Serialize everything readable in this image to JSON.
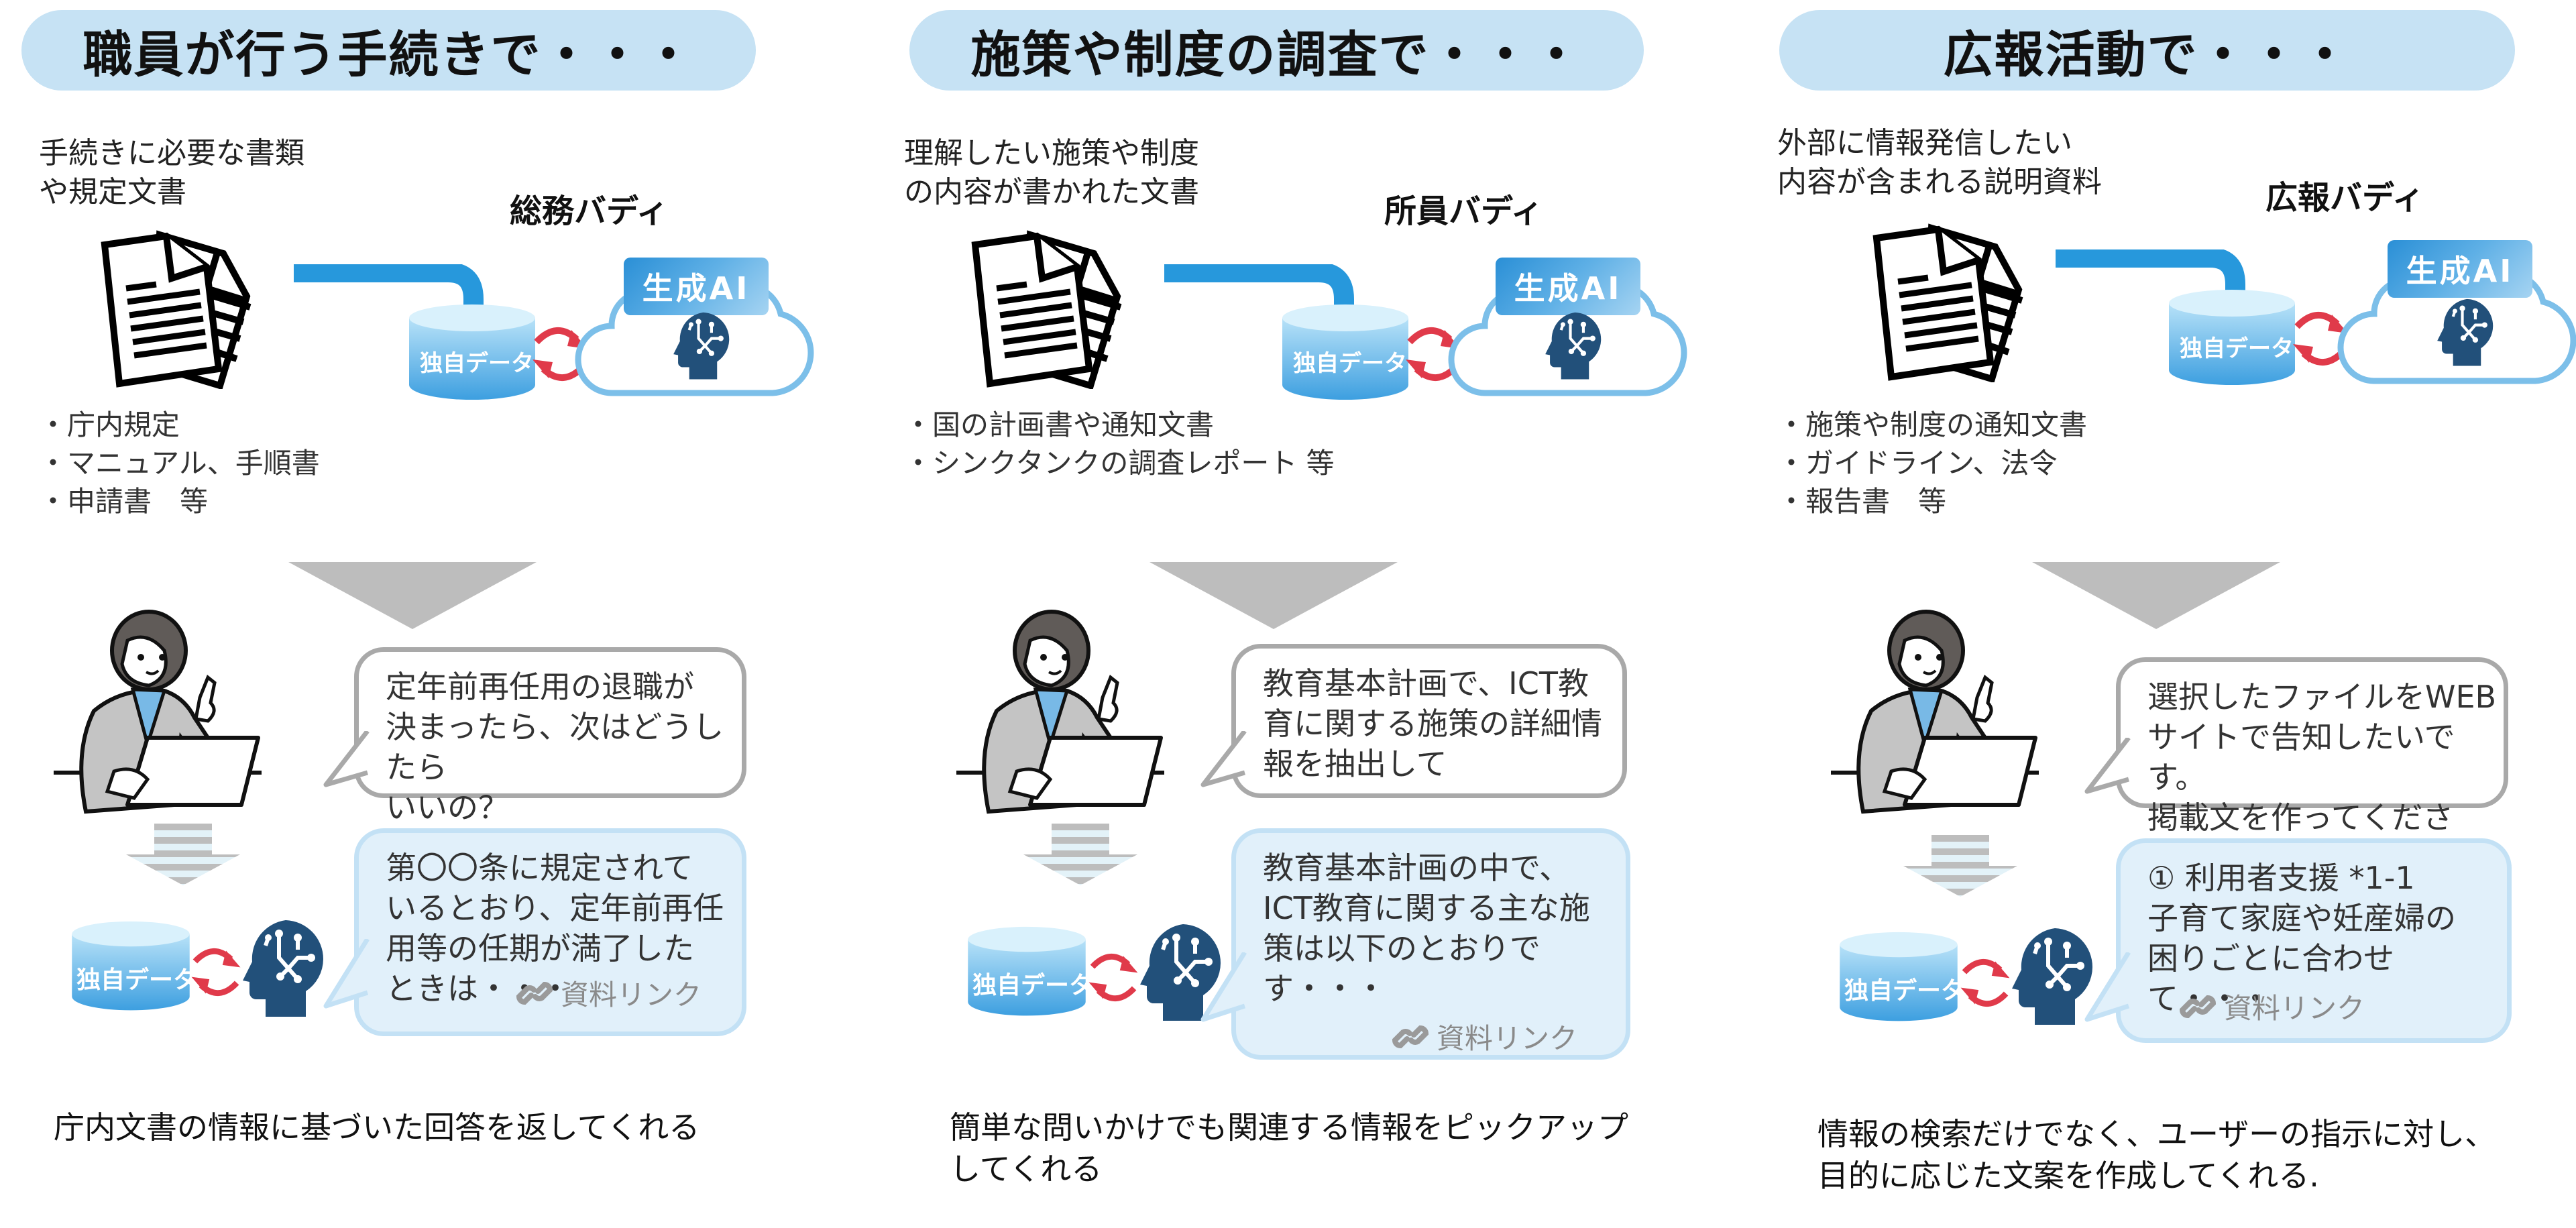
{
  "colors": {
    "title_pill": "#c6e2f4",
    "flow_arrow": "#2798dc",
    "sync_arrows": "#e03a4a",
    "ai_head": "#22507a",
    "cloud_outline": "#7cbfe9",
    "user_bubble_border": "#a9a9a9",
    "ai_bubble_fill": "#e1f0fa",
    "down_triangle": "#bdbdbd"
  },
  "common": {
    "ai_tag": "生成AI",
    "own_data": "独自データ",
    "link_label": "資料リンク",
    "icons": {
      "documents": "documents-icon",
      "database": "database-icon",
      "cloud": "cloud-icon",
      "ai_head": "ai-brain-head-icon",
      "sync": "sync-arrows-icon",
      "link": "chain-link-icon",
      "person": "office-worker-laptop-icon",
      "down_arrow": "down-triangle-icon"
    }
  },
  "panels": [
    {
      "title": "職員が行う手続きで・・・",
      "source_label": "手続きに必要な書類\nや規定文書",
      "buddy_name": "総務バディ",
      "bullets": [
        "庁内規定",
        "マニュアル、手順書",
        "申請書　等"
      ],
      "user_message": "定年前再任用の退職が\n決まったら、次はどうしたら\nいいの？",
      "ai_response": "第〇〇条に規定されて\nいるとおり、定年前再任\n用等の任期が満了した\nときは・・・",
      "caption": "庁内文書の情報に基づいた回答を返してくれる"
    },
    {
      "title": "施策や制度の調査で・・・",
      "source_label": "理解したい施策や制度\nの内容が書かれた文書",
      "buddy_name": "所員バディ",
      "bullets": [
        "国の計画書や通知文書",
        "シンクタンクの調査レポート 等"
      ],
      "user_message": "教育基本計画で、ICT教\n育に関する施策の詳細情\n報を抽出して",
      "ai_response": "教育基本計画の中で、\nICT教育に関する主な施\n策は以下のとおりで\nす・・・",
      "caption": "簡単な問いかけでも関連する情報をピックアップ\nしてくれる"
    },
    {
      "title": "広報活動で・・・",
      "source_label": "外部に情報発信したい\n内容が含まれる説明資料",
      "buddy_name": "広報バディ",
      "bullets": [
        "施策や制度の通知文書",
        "ガイドライン、法令",
        "報告書　等"
      ],
      "user_message": "選択したファイルをWEB\nサイトで告知したいです。\n掲載文を作ってください。",
      "ai_response": "① 利用者支援 *1-1\n子育て家庭や妊産婦の\n困りごとに合わせて・・・",
      "caption": "情報の検索だけでなく、ユーザーの指示に対し、\n目的に応じた文案を作成してくれる."
    }
  ]
}
